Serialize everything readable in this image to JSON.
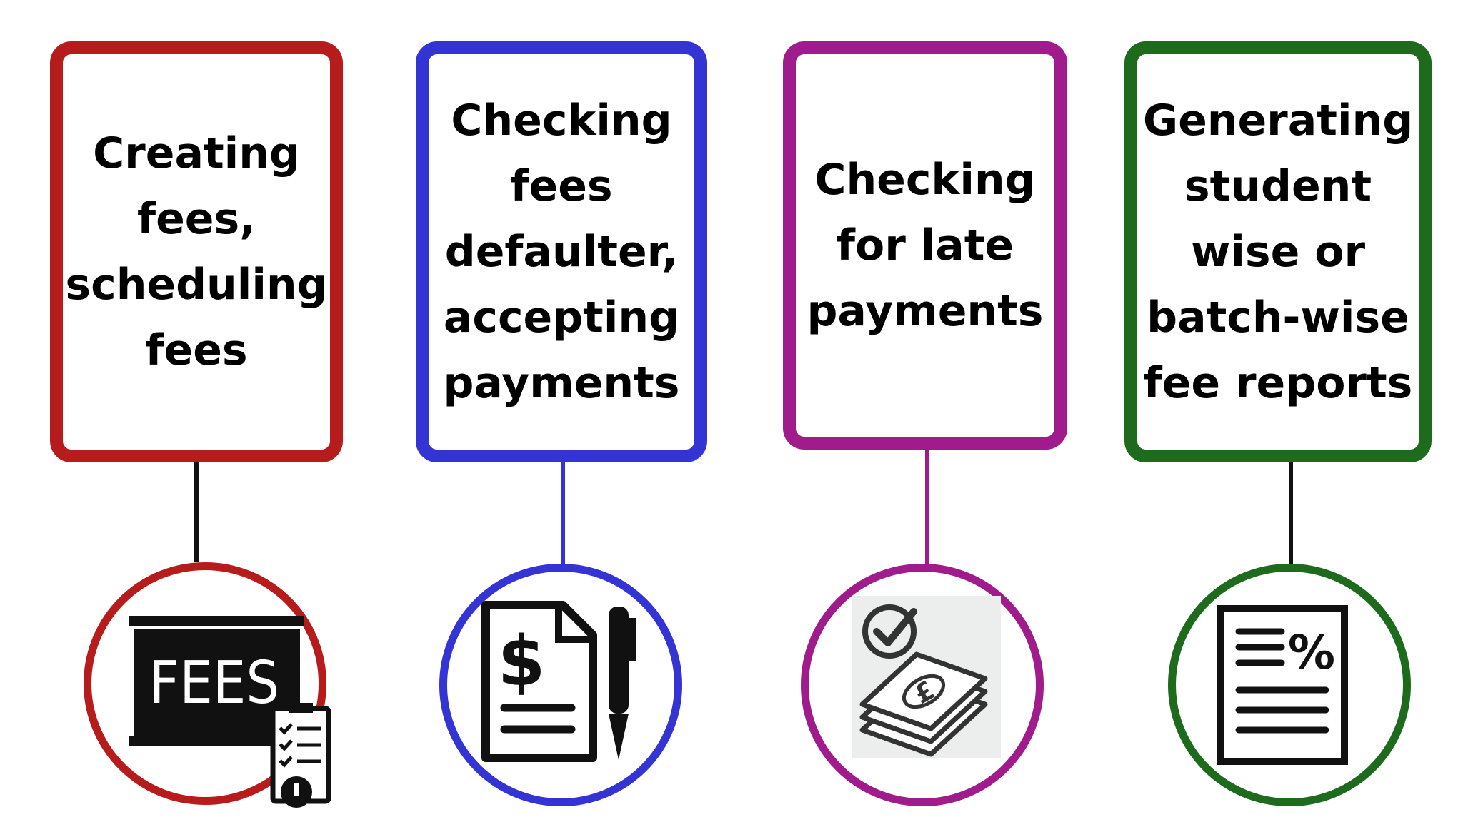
{
  "cards": [
    {
      "text": "Creating\nfees,\nscheduling\nfees",
      "color": "#b71c1c"
    },
    {
      "text": "Checking\nfees\ndefaulter,\naccepting\npayments",
      "color": "#3434d4"
    },
    {
      "text": "Checking\nfor late\npayments",
      "color": "#a01c8c"
    },
    {
      "text": "Generating\nstudent\nwise or\nbatch-wise\nfee reports",
      "color": "#1e6b1e"
    }
  ],
  "icons": [
    {
      "name": "fees-board-icon",
      "label": "FEES"
    },
    {
      "name": "invoice-pen-icon",
      "label": "$"
    },
    {
      "name": "checkmark-money-icon",
      "label": "£"
    },
    {
      "name": "percent-report-icon",
      "label": "%"
    }
  ]
}
